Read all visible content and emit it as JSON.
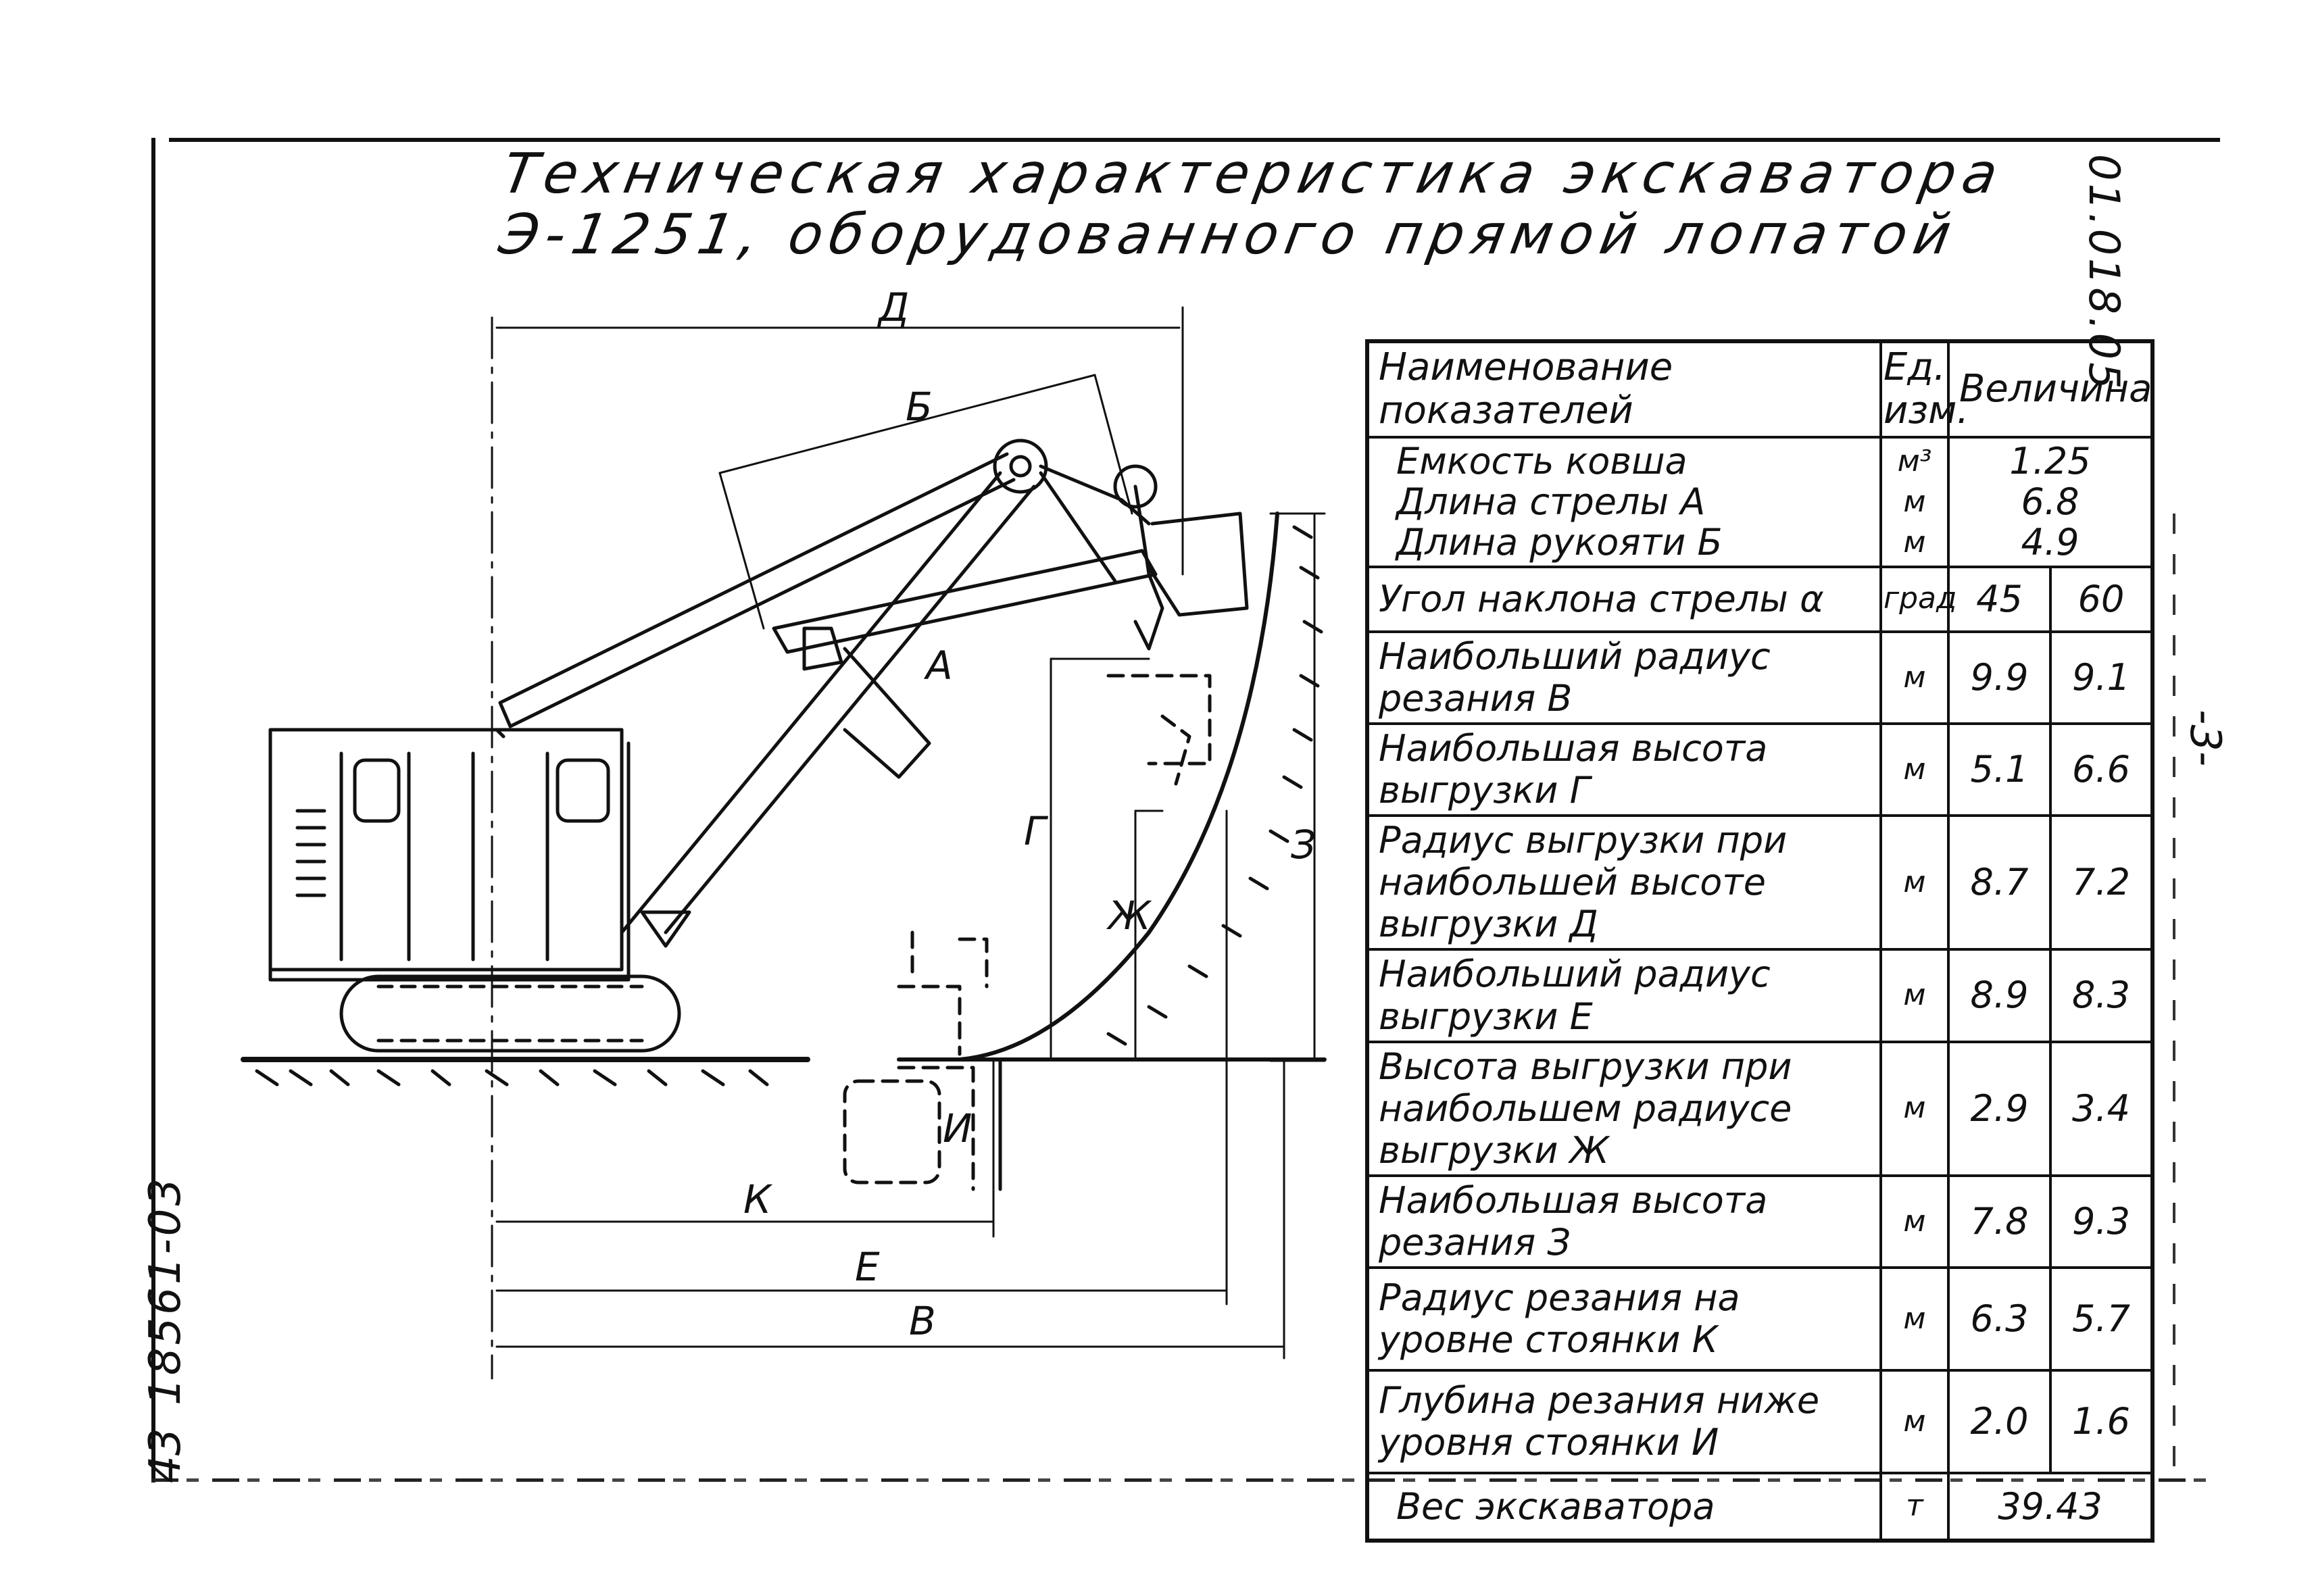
{
  "title": {
    "line1": "Техническая характеристика экскаватора",
    "line2": "Э-1251, оборудованного прямой лопатой"
  },
  "document_code": "01.018.05",
  "sheet_label": "-3-",
  "album_code": "18561-03",
  "page_number": "43",
  "table": {
    "headers": {
      "name": "Наименование показателей",
      "unit": "Ед. изм.",
      "value": "Величина"
    },
    "group_rows": [
      {
        "name": "Емкость ковша",
        "unit": "м³",
        "value": "1.25"
      },
      {
        "name": "Длина стрелы А",
        "unit": "м",
        "value": "6.8"
      },
      {
        "name": "Длина рукояти Б",
        "unit": "м",
        "value": "4.9"
      }
    ],
    "rows": [
      {
        "name": "Угол наклона стрелы α",
        "unit": "град",
        "v1": "45",
        "v2": "60"
      },
      {
        "name": "Наибольший радиус резания В",
        "unit": "м",
        "v1": "9.9",
        "v2": "9.1"
      },
      {
        "name": "Наибольшая высота выгрузки Г",
        "unit": "м",
        "v1": "5.1",
        "v2": "6.6"
      },
      {
        "name": "Радиус выгрузки при наибольшей высоте выгрузки Д",
        "unit": "м",
        "v1": "8.7",
        "v2": "7.2"
      },
      {
        "name": "Наибольший радиус выгрузки Е",
        "unit": "м",
        "v1": "8.9",
        "v2": "8.3"
      },
      {
        "name": "Высота выгрузки при наибольшем радиусе выгрузки Ж",
        "unit": "м",
        "v1": "2.9",
        "v2": "3.4"
      },
      {
        "name": "Наибольшая высота резания З",
        "unit": "м",
        "v1": "7.8",
        "v2": "9.3"
      },
      {
        "name": "Радиус резания на уровне стоянки К",
        "unit": "м",
        "v1": "6.3",
        "v2": "5.7"
      },
      {
        "name": "Глубина резания ниже уровня стоянки И",
        "unit": "м",
        "v1": "2.0",
        "v2": "1.6"
      }
    ],
    "weight_row": {
      "name": "Вес экскаватора",
      "unit": "т",
      "value": "39.43"
    }
  },
  "drawing_labels": {
    "d": "Д",
    "b": "Б",
    "a": "А",
    "g": "Г",
    "zh": "Ж",
    "z": "З",
    "i": "И",
    "k": "К",
    "e": "Е",
    "v": "В"
  }
}
